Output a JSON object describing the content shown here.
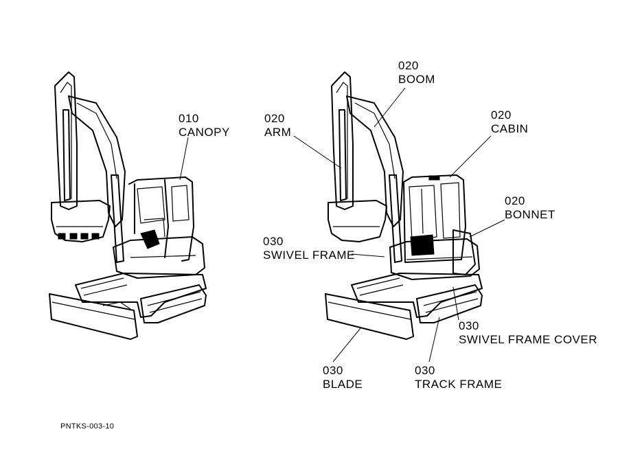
{
  "document_code": "PNTKS-003-10",
  "labels": {
    "canopy": {
      "code": "010",
      "name": "CANOPY"
    },
    "boom": {
      "code": "020",
      "name": "BOOM"
    },
    "arm": {
      "code": "020",
      "name": "ARM"
    },
    "cabin": {
      "code": "020",
      "name": "CABIN"
    },
    "bonnet": {
      "code": "020",
      "name": "BONNET"
    },
    "swivel_frame": {
      "code": "030",
      "name": "SWIVEL FRAME"
    },
    "swivel_frame_cover": {
      "code": "030",
      "name": "SWIVEL FRAME COVER"
    },
    "blade": {
      "code": "030",
      "name": "BLADE"
    },
    "track_frame": {
      "code": "030",
      "name": "TRACK FRAME"
    }
  }
}
